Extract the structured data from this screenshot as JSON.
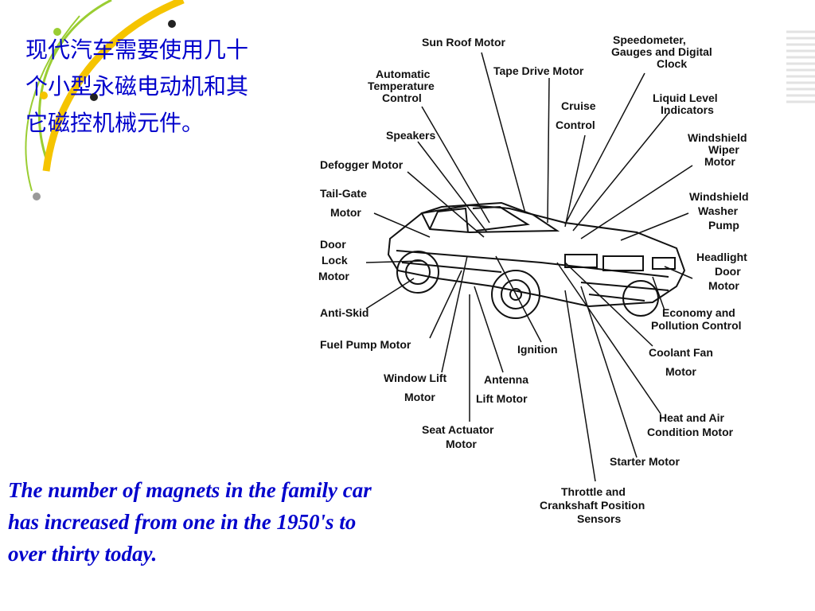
{
  "slide": {
    "chinese_text": [
      "现代汽车需要使用几十",
      "个小型永磁电动机和其",
      "它磁控机械元件。"
    ],
    "english_text": [
      "The number of magnets in the family car",
      "has increased from one in the 1950's to",
      "over thirty today."
    ],
    "text_color": "#0000cc",
    "accent_green": "#9acd32",
    "accent_yellow": "#f5c400"
  },
  "diagram": {
    "labels": {
      "sun_roof": [
        "Sun Roof Motor"
      ],
      "speedometer": [
        "Speedometer,",
        "Gauges and Digital",
        "Clock"
      ],
      "auto_temp": [
        "Automatic",
        "Temperature",
        "Control"
      ],
      "tape_drive": [
        "Tape Drive Motor"
      ],
      "cruise": [
        "Cruise",
        "Control"
      ],
      "liquid_level": [
        "Liquid Level",
        "Indicators"
      ],
      "speakers": [
        "Speakers"
      ],
      "wiper": [
        "Windshield",
        "Wiper",
        "Motor"
      ],
      "defogger": [
        "Defogger Motor"
      ],
      "tailgate": [
        "Tail-Gate",
        "Motor"
      ],
      "washer": [
        "Windshield",
        "Washer",
        "Pump"
      ],
      "door_lock": [
        "Door",
        "Lock",
        "Motor"
      ],
      "headlight": [
        "Headlight",
        "Door",
        "Motor"
      ],
      "anti_skid": [
        "Anti-Skid"
      ],
      "economy": [
        "Economy and",
        "Pollution Control"
      ],
      "fuel_pump": [
        "Fuel Pump Motor"
      ],
      "ignition": [
        "Ignition"
      ],
      "coolant": [
        "Coolant Fan",
        "Motor"
      ],
      "window_lift": [
        "Window Lift",
        "Motor"
      ],
      "antenna": [
        "Antenna",
        "Lift Motor"
      ],
      "heat_air": [
        "Heat and Air",
        "Condition Motor"
      ],
      "seat": [
        "Seat Actuator",
        "Motor"
      ],
      "starter": [
        "Starter Motor"
      ],
      "throttle": [
        "Throttle and",
        "Crankshaft Position",
        "Sensors"
      ]
    }
  }
}
